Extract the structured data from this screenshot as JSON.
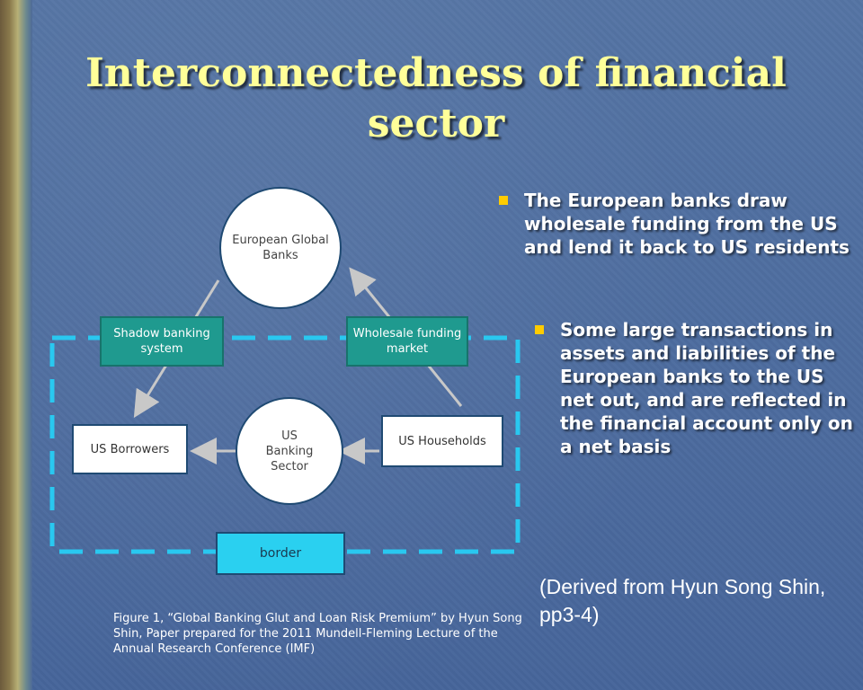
{
  "slide": {
    "title": "Interconnectedness of financial sector",
    "bullets": [
      "The European banks draw wholesale funding from the US and lend it back to US residents",
      "Some large transactions in assets and liabilities of the European banks to the US net out, and are reflected in the financial account only on a net basis"
    ],
    "source": "(Derived from Hyun Song Shin, pp3-4)",
    "caption": "Figure 1, “Global Banking Glut and Loan Risk Premium” by Hyun Song Shin, Paper prepared for the 2011 Mundell-Fleming Lecture of the Annual Research Conference (IMF)"
  },
  "diagram": {
    "european_banks": "European Global Banks",
    "shadow_banking": "Shadow banking system",
    "wholesale_funding": "Wholesale funding market",
    "us_banking": "US Banking Sector",
    "us_borrowers": "US Borrowers",
    "us_households": "US Households",
    "border": "border"
  },
  "colors": {
    "title": "#ffff99",
    "bullet_marker": "#ffcc00",
    "teal_box": "#1f9a8f",
    "border_box": "#2ad0f0",
    "dashed_border": "#29c8f0"
  }
}
